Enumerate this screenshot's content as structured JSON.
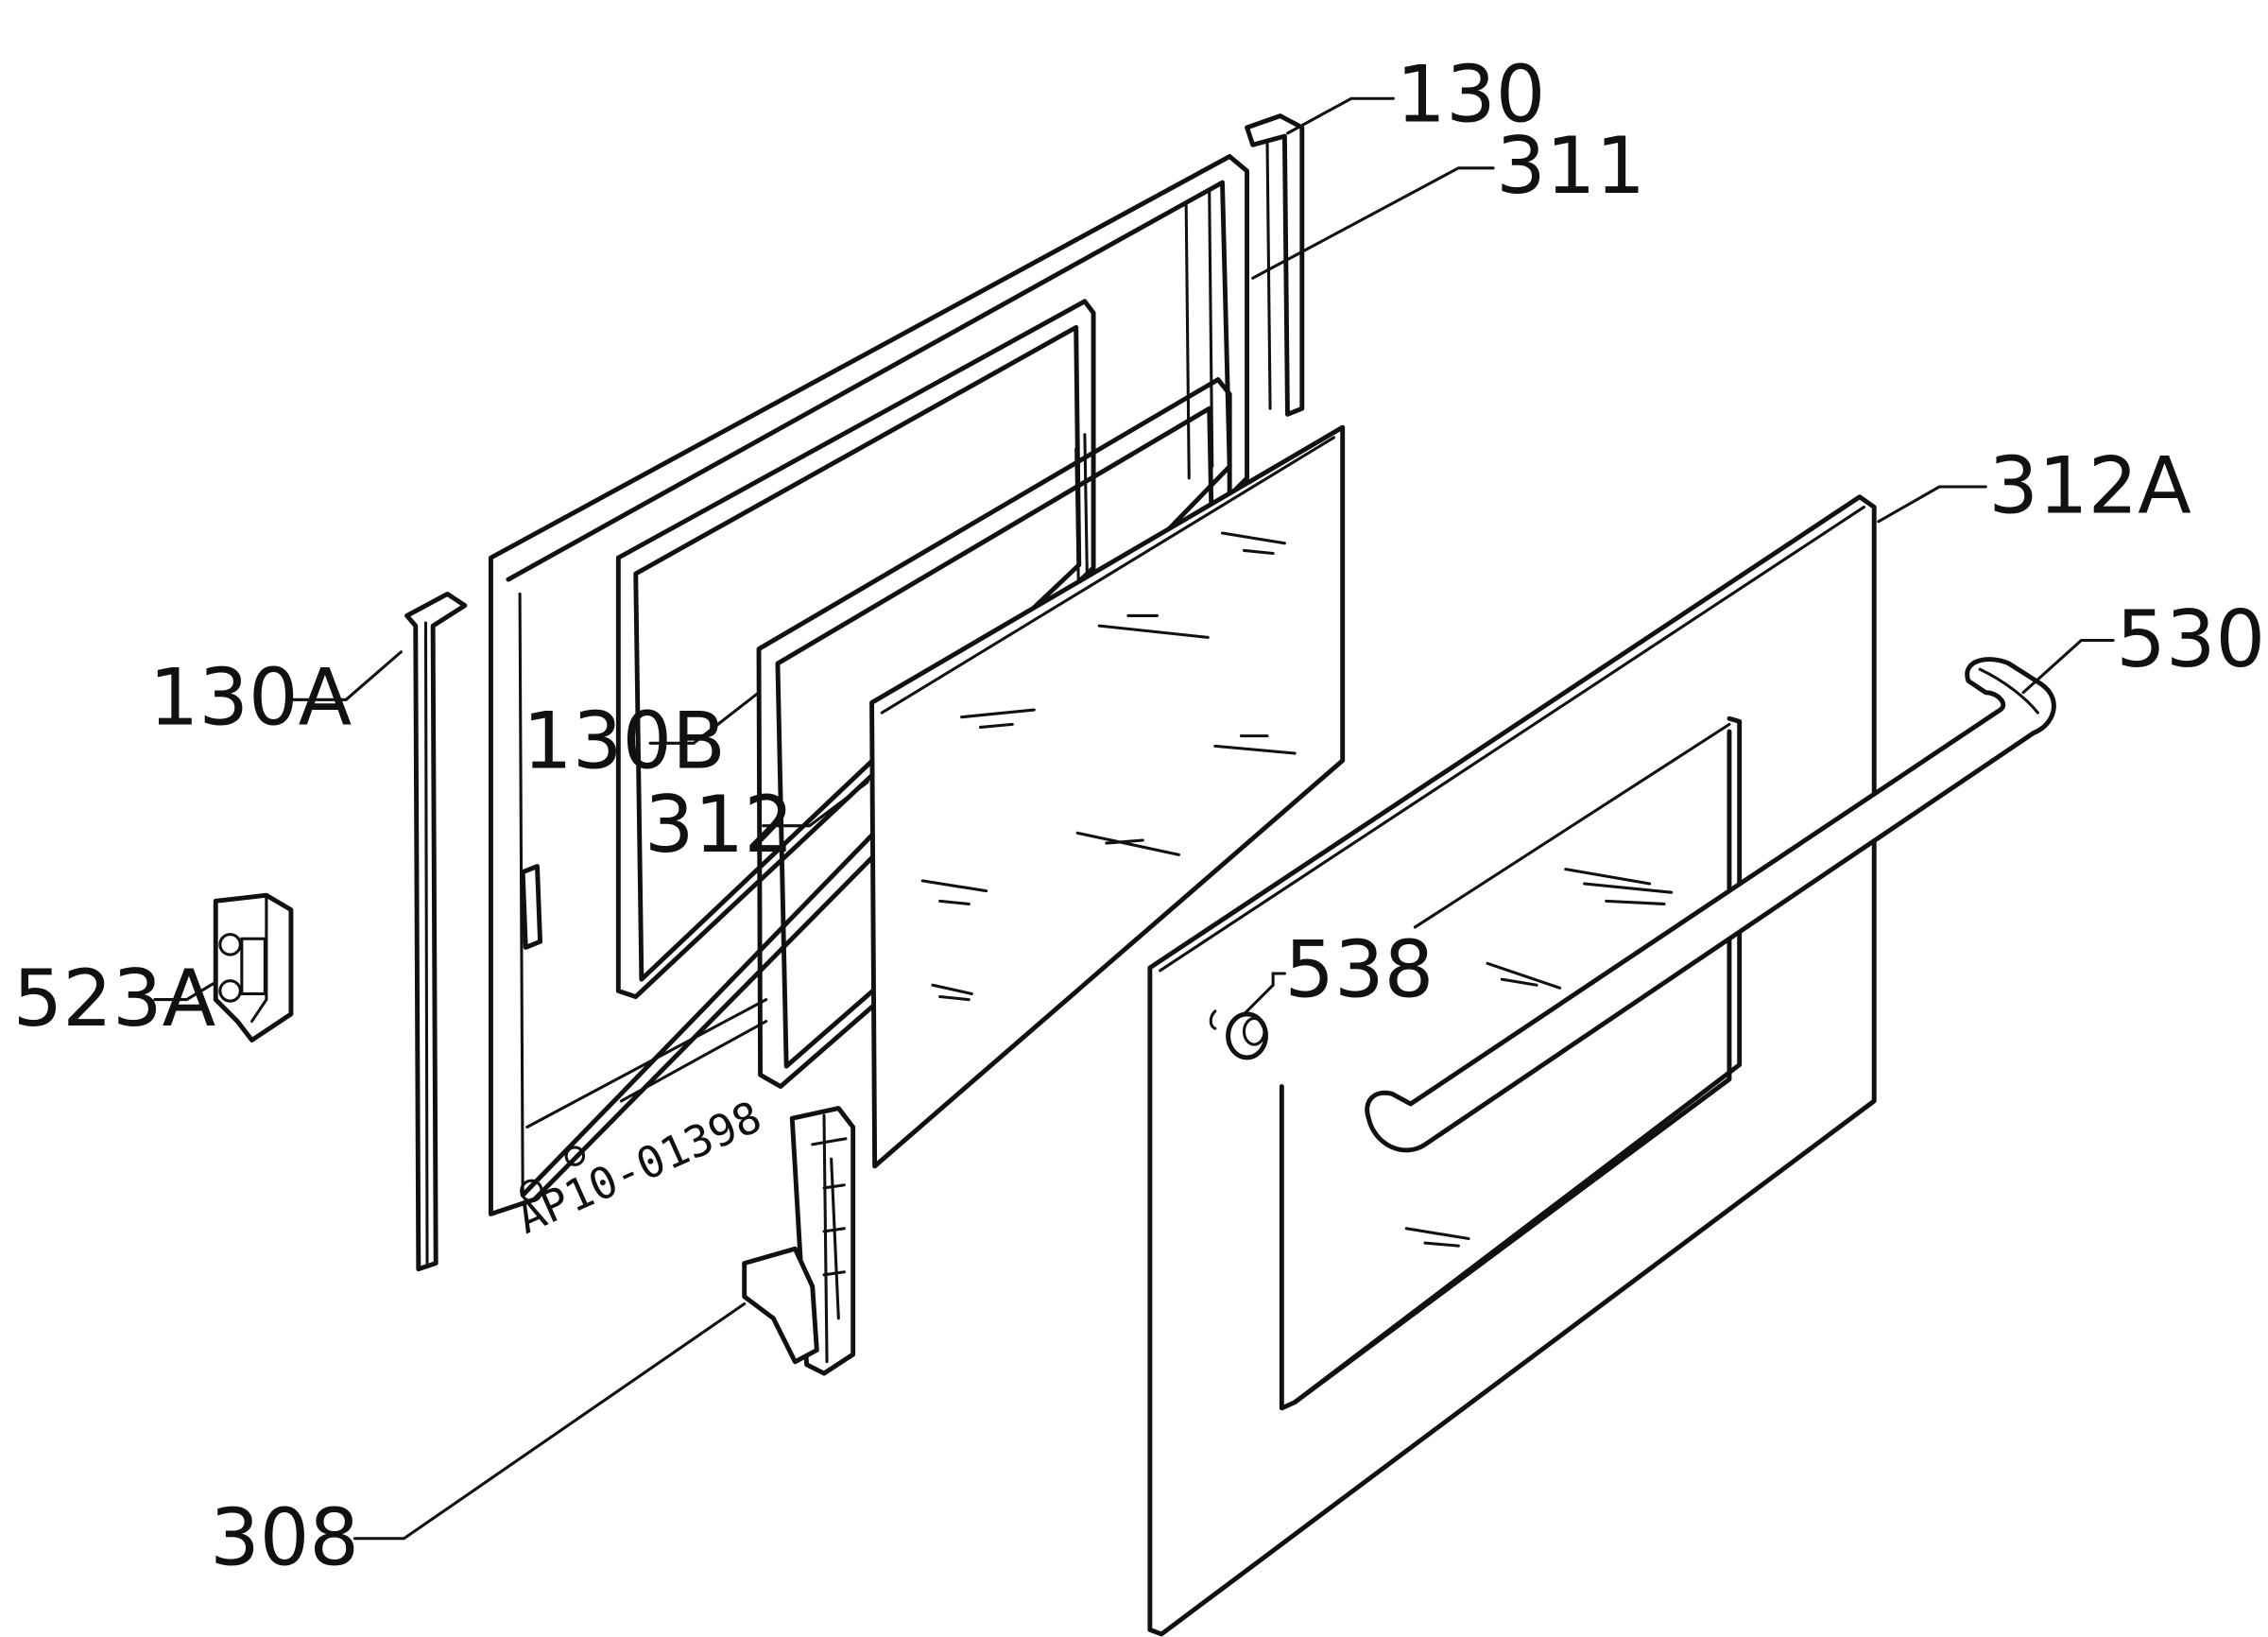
{
  "drawing_code": "AP10-01398",
  "labels": {
    "p130": "130",
    "p311": "311",
    "p312A": "312A",
    "p530": "530",
    "p130A": "130A",
    "p130B": "130B",
    "p312": "312",
    "p523A": "523A",
    "p538": "538",
    "p308": "308"
  }
}
